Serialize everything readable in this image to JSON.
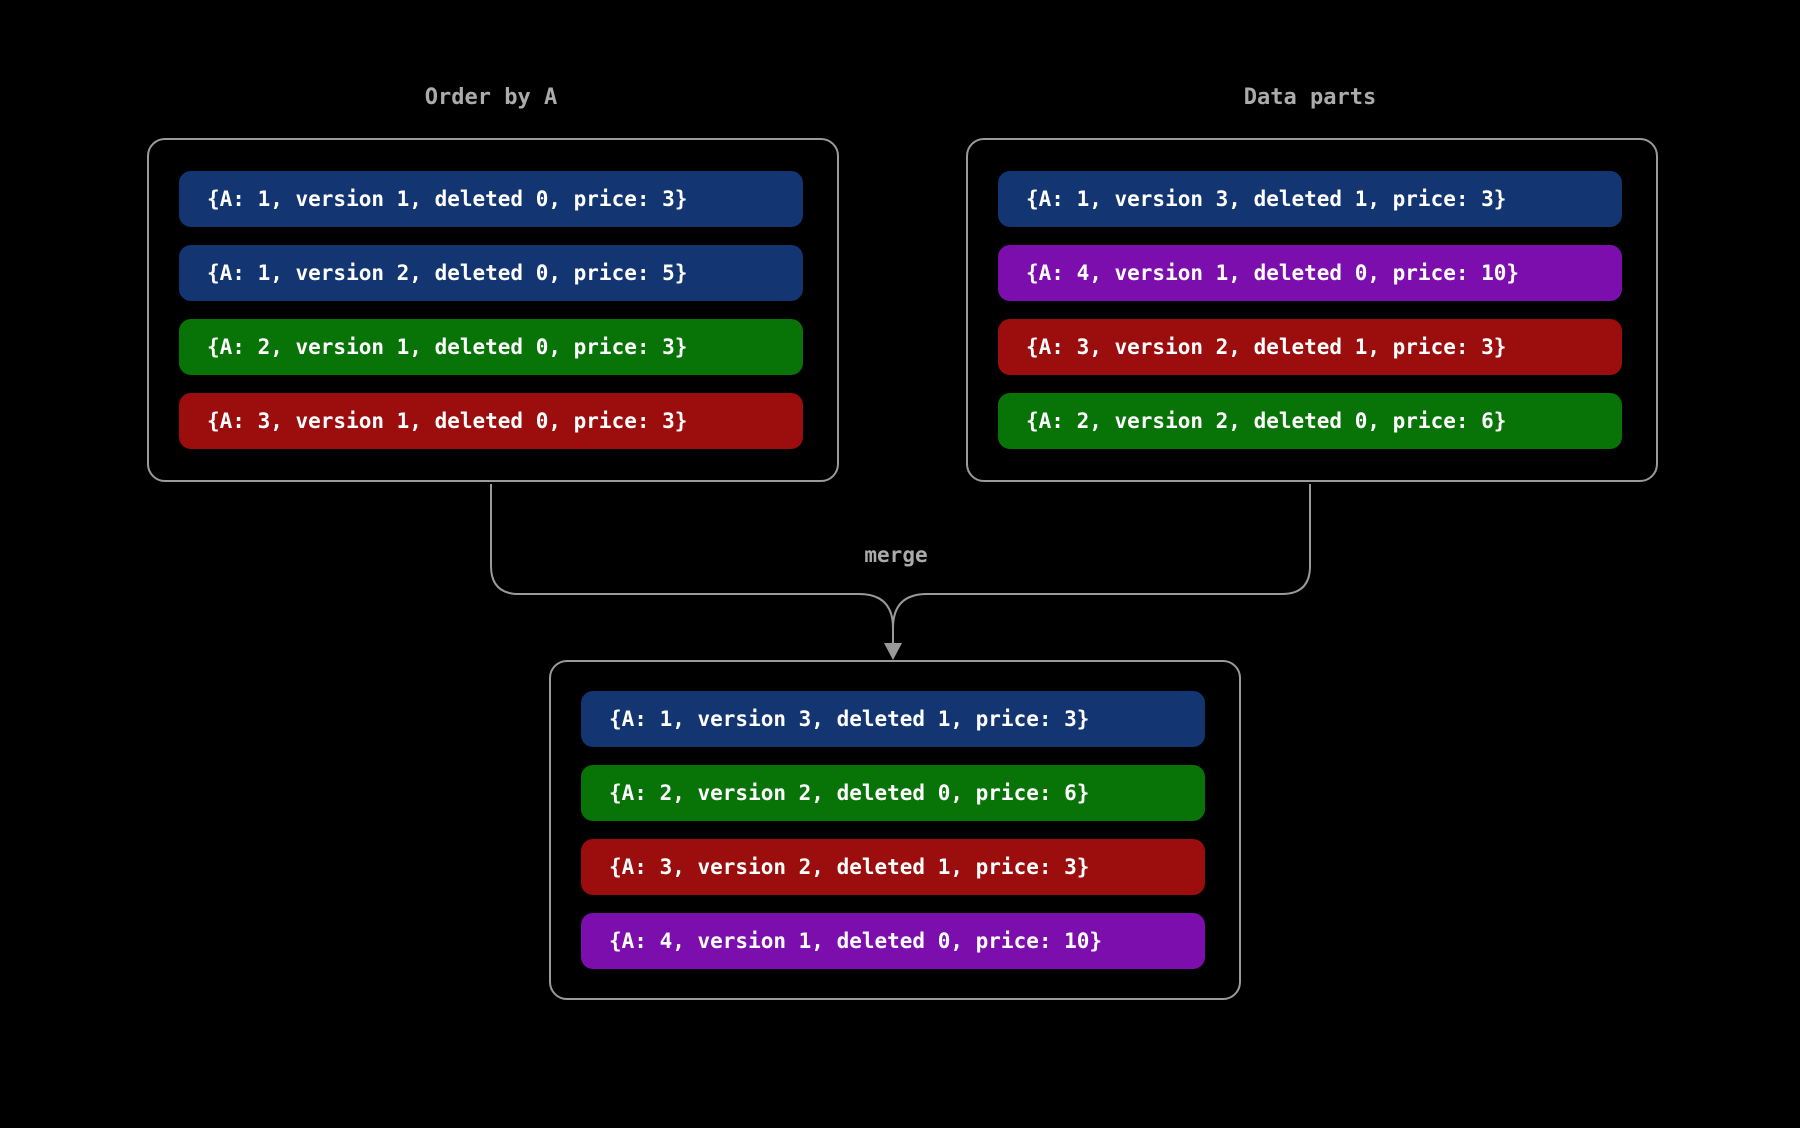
{
  "colors": {
    "blue": "#133572",
    "green": "#087408",
    "red": "#9c0d0d",
    "purple": "#7d0eae",
    "line": "#9a9a9a",
    "label": "#ababab",
    "row_text": "#ffffff",
    "background": "#000000"
  },
  "diagram": {
    "left_box": {
      "title": "Order by A",
      "rows": [
        {
          "text": "{A: 1, version 1, deleted 0, price: 3}",
          "color": "blue"
        },
        {
          "text": "{A: 1, version 2, deleted 0, price: 5}",
          "color": "blue"
        },
        {
          "text": "{A: 2, version 1, deleted 0, price: 3}",
          "color": "green"
        },
        {
          "text": "{A: 3, version 1, deleted 0, price: 3}",
          "color": "red"
        }
      ]
    },
    "right_box": {
      "title": "Data parts",
      "rows": [
        {
          "text": "{A: 1, version 3, deleted 1, price: 3}",
          "color": "blue"
        },
        {
          "text": "{A: 4, version 1, deleted 0, price: 10}",
          "color": "purple"
        },
        {
          "text": "{A: 3, version 2, deleted 1, price: 3}",
          "color": "red"
        },
        {
          "text": "{A: 2, version 2, deleted 0, price: 6}",
          "color": "green"
        }
      ]
    },
    "merge_label": "merge",
    "result_box": {
      "rows": [
        {
          "text": "{A: 1, version 3, deleted 1, price: 3}",
          "color": "blue"
        },
        {
          "text": "{A: 2, version 2, deleted 0, price: 6}",
          "color": "green"
        },
        {
          "text": "{A: 3, version 2, deleted 1, price: 3}",
          "color": "red"
        },
        {
          "text": "{A: 4, version 1, deleted 0, price: 10}",
          "color": "purple"
        }
      ]
    }
  }
}
